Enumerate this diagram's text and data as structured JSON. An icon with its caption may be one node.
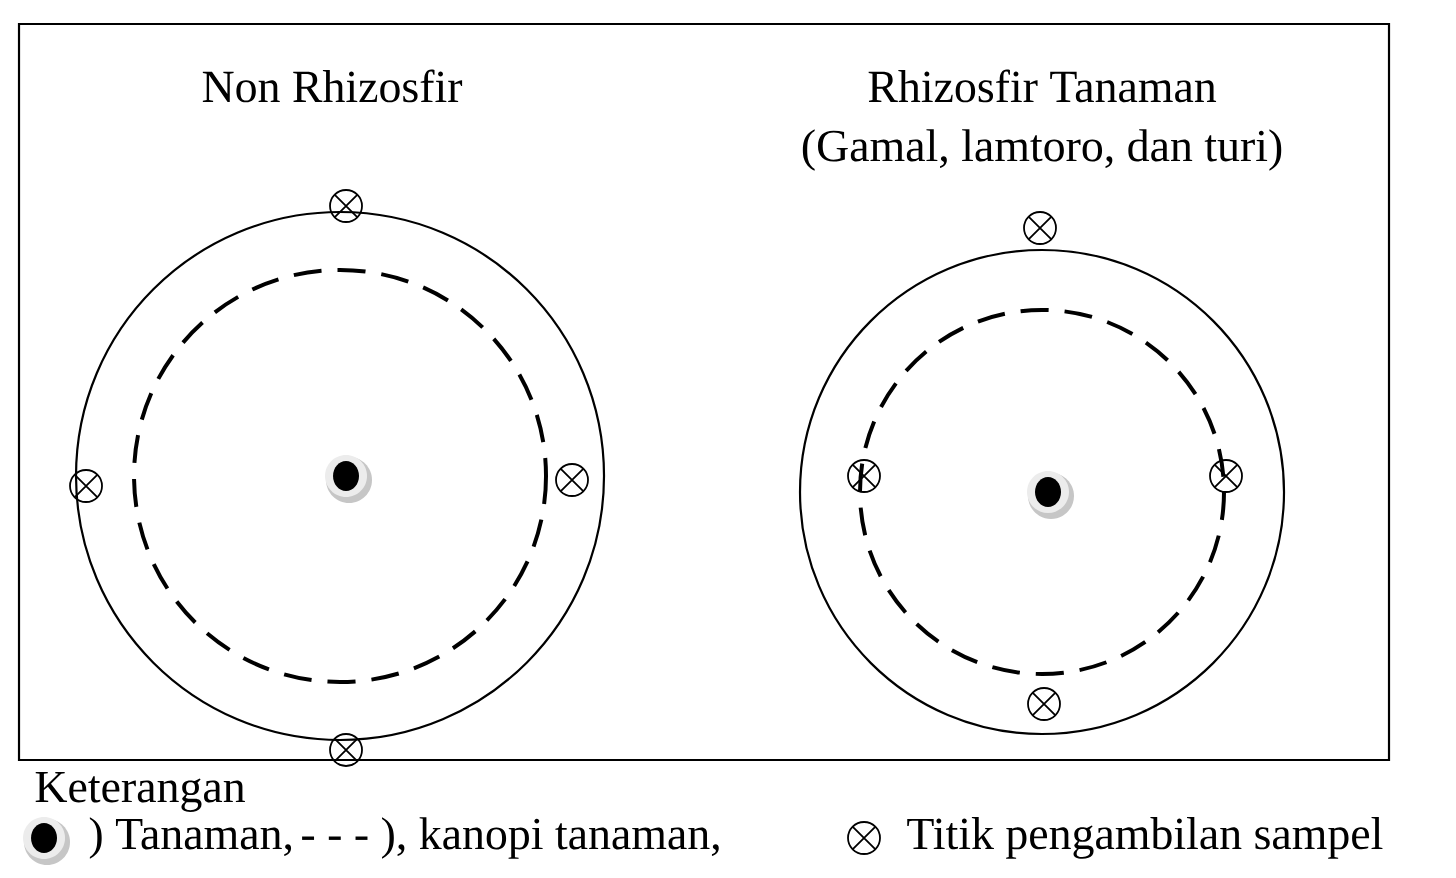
{
  "diagram": {
    "nodes": [
      {
        "text": [],
        "shape": "box"
      },
      {
        "text": [],
        "shape": "circle",
        "in": 0
      },
      {
        "text": [],
        "shape": "circle",
        "in": 0
      }
    ],
    "labels": [
      "Non Rhizosfir",
      "Rhizosfir Tanaman",
      "(Gamal, lamtoro, dan turi)",
      "Keterangan"
    ],
    "legend": [
      {
        "text": ") Tanaman,"
      },
      {
        "text": "- - - ), kanopi tanaman,"
      },
      {
        "text": "Titik pengambilan sampel"
      }
    ]
  }
}
